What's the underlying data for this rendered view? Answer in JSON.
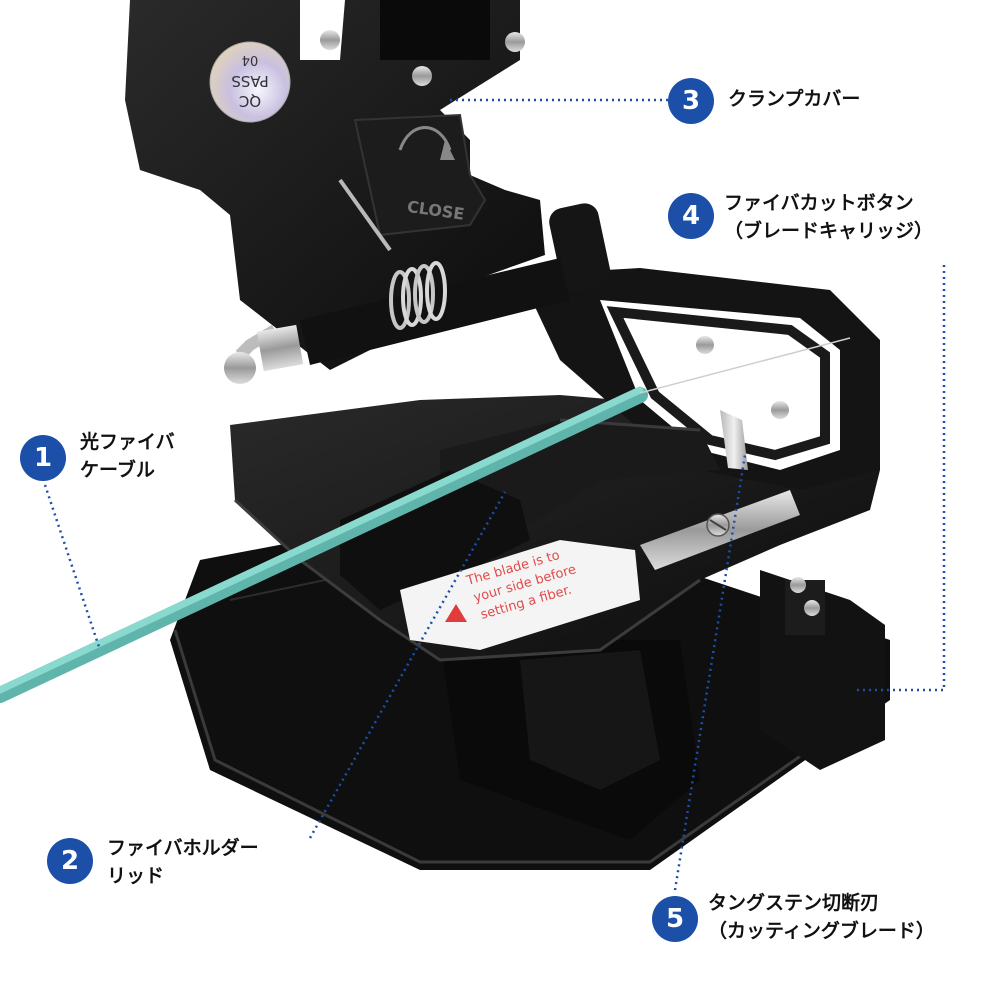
{
  "sticker": {
    "line1": "QC",
    "line2": "PASS",
    "line3": "04"
  },
  "close_label": "CLOSE",
  "warning_label": {
    "line1": "The blade is to",
    "line2": "your side before",
    "line3": "setting a fiber."
  },
  "callouts": [
    {
      "num": "1",
      "lines": [
        "光ファイバ",
        "ケーブル"
      ]
    },
    {
      "num": "2",
      "lines": [
        "ファイバホルダー",
        "リッド"
      ]
    },
    {
      "num": "3",
      "lines": [
        "クランプカバー"
      ]
    },
    {
      "num": "4",
      "lines": [
        "ファイバカットボタン",
        "（ブレードキャリッジ）"
      ]
    },
    {
      "num": "5",
      "lines": [
        "タングステン切断刃",
        "（カッティングブレード）"
      ]
    }
  ],
  "colors": {
    "badge": "#1b4fa8",
    "leader": "#1b4fa8",
    "fiber": "#7fcfc6",
    "tool_body": "#141414"
  }
}
